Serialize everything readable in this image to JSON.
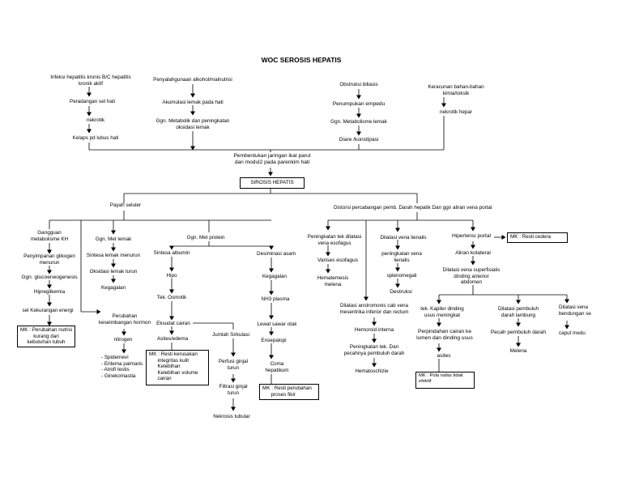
{
  "diagram": {
    "title": "WOC SEROSIS HEPATIS",
    "causes": {
      "col1": [
        "Infeksi hepatitis kronis B/C hepatitis\nkronik aktif",
        "Peradangan sel hati",
        "nekrotik",
        "Kelaps pd lubus hati"
      ],
      "col2": [
        "Penyalahgunaan alkohol/malnutrisi",
        "Akumulasi lemak pada hati",
        "Ggn. Metabolik dan peningkatan\noksidasi lemak"
      ],
      "col3": [
        "Obstruksi biliasis",
        "Penumpukan empedu",
        "Ggn. Metabolisme lemak",
        "Diare /konstipasi"
      ],
      "col4": [
        "Keracunan bahan-bahan\nkimia/toksik",
        "nekrotik hepar"
      ]
    },
    "merge": "Pembentukan jaringan ikat parut\ndan modul2 pada parenkim hati",
    "center_box": "SIROSIS HEPATIS",
    "left_branch": "Payah seluler",
    "right_branch": "Distorsi percabangan pemb. Darah hepatik Dan ggn aliran vena portal",
    "kh_col": [
      "Gangguan\nmetabolisme KH",
      "Penyimpanan glikogen\nmenurun",
      "Ggn. glucoeneogenesis",
      "Hipreglikemia",
      "sel Kekurangan energi"
    ],
    "kh_box": "MK : Perubahan nutrisi\nkurang dari\nkebutuhan tubuh",
    "lemak_col": [
      "Ggn. Met lemak",
      "Sintesa lemak menurun",
      "Oksidasi lemak turun",
      "Kegagalan"
    ],
    "hormon_col": [
      "Perubahan\nkeseimbangan hormon",
      "nitrogen"
    ],
    "hormon_signs": "- Spidernevi\n- Eritema palmaris\n- Atrofi testis\n- Ginekomastia",
    "protein_head": "Ggn. Met protein",
    "albumin_col": [
      "Sintesa albumin",
      "Hipo",
      "Tek. Osmotik",
      "Eksudat cairan",
      "Asites/edema"
    ],
    "albumin_box": "MK : Resti kerusakan\n      integritas kulit\n      Kelebihan\n      Kelebihan volume\n      cairan",
    "sirkulasi_col": [
      "Jumlah Sirkulasi",
      "Perfusi ginjal\nturun",
      "Filtrasi ginjal\nturun",
      "Nekrosis tubular"
    ],
    "asam_col": [
      "Desiminasi asam",
      "Kegagalan",
      "NH3 plasma",
      "Lewat sawar otak",
      "Ensepalopi",
      "Coma\nhepatikum"
    ],
    "asam_box": "MK : Resti perubahan\n      proses fikir",
    "varises_col": [
      "Peningkatan tek dilatasi\nvena esofagus",
      "Varises esofagus",
      "Hematemesis\nmelena"
    ],
    "lienalis_col": [
      "Dilatasi vena lienalis",
      "peningkatan vena\nlienalis",
      "splenomegali",
      "Destruksi"
    ],
    "anastomosis_col": [
      "Dilatasi anstromonis cab vena\nmesentrika inferior dan rectum",
      "Hemoroid interna",
      "Peningkatan tek. Dan\npecahnya pembuluh darah",
      "Hematoschizie"
    ],
    "hipertensi_col": [
      "Hipertensi portal",
      "Aliran kolateral",
      "Dilatasi vena superfisialis\ndinding anterior\nabdomen"
    ],
    "hipertensi_box": "MK : Resti cedera",
    "kapiler_col": [
      "tek. Kapiler dinding\nusus meningkat",
      "Perpindahan cairan ke\nlumen dan dinding usus",
      "asites"
    ],
    "kapiler_box": "MK : Pola nafas tidak\nefektif",
    "lambung_col": [
      "Dilatasi pembuluh\ndarah lambung",
      "Pecah pembuluh darah",
      "Melena"
    ],
    "bendungan_col": [
      "Dilatasi vena\nbendungan se",
      "caput medu"
    ]
  }
}
